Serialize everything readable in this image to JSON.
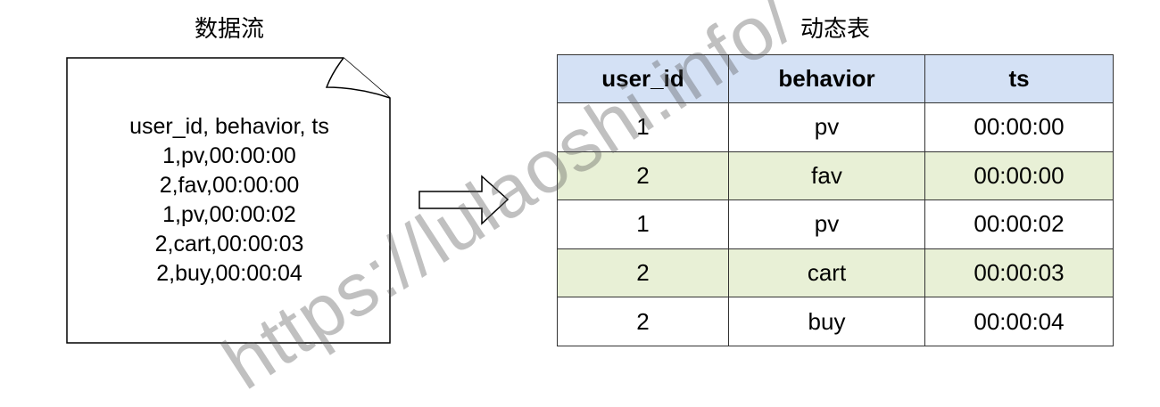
{
  "stream": {
    "title": "数据流",
    "lines": [
      "user_id, behavior, ts",
      "1,pv,00:00:00",
      "2,fav,00:00:00",
      "1,pv,00:00:02",
      "2,cart,00:00:03",
      "2,buy,00:00:04"
    ]
  },
  "table": {
    "title": "动态表",
    "columns": [
      "user_id",
      "behavior",
      "ts"
    ],
    "rows": [
      [
        "1",
        "pv",
        "00:00:00"
      ],
      [
        "2",
        "fav",
        "00:00:00"
      ],
      [
        "1",
        "pv",
        "00:00:02"
      ],
      [
        "2",
        "cart",
        "00:00:03"
      ],
      [
        "2",
        "buy",
        "00:00:04"
      ]
    ]
  },
  "colors": {
    "header_bg": "#d4e1f5",
    "highlight_row_bg": "#e8f0d6",
    "plain_row_bg": "#ffffff",
    "border": "#333333",
    "watermark": "#5a5a5a"
  },
  "watermark": {
    "text": "https://lulaoshi.info/"
  }
}
